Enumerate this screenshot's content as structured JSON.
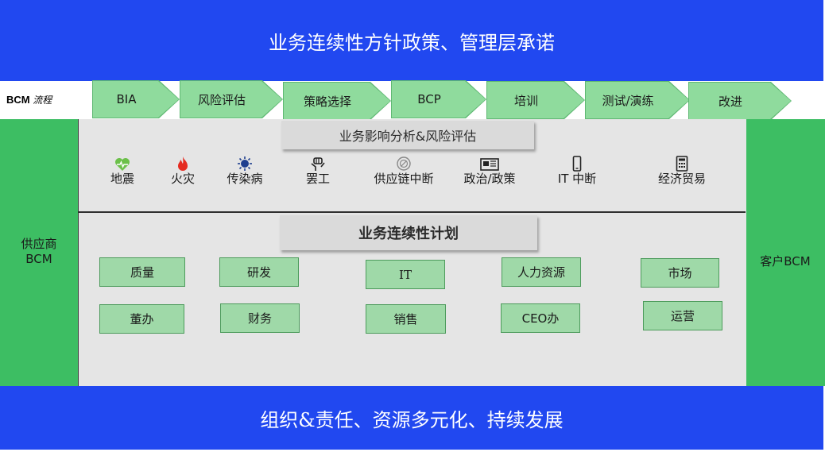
{
  "top_banner": "业务连续性方针政策、管理层承诺",
  "bottom_banner": "组织&责任、资源多元化、持续发展",
  "process": {
    "label_prefix": "BCM",
    "label_suffix": "流程",
    "steps": [
      "BIA",
      "风险评估",
      "策略选择",
      "BCP",
      "培训",
      "测试/演练",
      "改进"
    ]
  },
  "left_panel": {
    "line1": "供应商",
    "line2": "BCM"
  },
  "right_panel": {
    "label": "客户BCM"
  },
  "risk_section": {
    "title": "业务影响分析&风险评估",
    "items": [
      {
        "label": "地震",
        "icon": "heart-monitor-icon",
        "color": "#6cc04a"
      },
      {
        "label": "火灾",
        "icon": "flame-icon",
        "color": "#e52b20"
      },
      {
        "label": "传染病",
        "icon": "virus-icon",
        "color": "#1f3f8f"
      },
      {
        "label": "罢工",
        "icon": "raised-fist-icon",
        "color": "#222222"
      },
      {
        "label": "供应链中断",
        "icon": "prohibited-icon",
        "color": "#888888"
      },
      {
        "label": "政治/政策",
        "icon": "newspaper-icon",
        "color": "#222222"
      },
      {
        "label": "IT 中断",
        "icon": "mobile-phone-icon",
        "color": "#222222"
      },
      {
        "label": "经济贸易",
        "icon": "calculator-icon",
        "color": "#222222"
      }
    ]
  },
  "plan_section": {
    "title": "业务连续性计划",
    "departments_row1": [
      "质量",
      "研发",
      "IT",
      "人力资源",
      "市场"
    ],
    "departments_row2": [
      "董办",
      "财务",
      "销售",
      "CEO办",
      "运营"
    ]
  },
  "colors": {
    "banner_blue": "#2148f0",
    "side_green": "#3dbe63",
    "chevron_green": "#8fdb9d",
    "dept_green": "#9fd9a8",
    "center_grey": "#e5e5e5"
  }
}
